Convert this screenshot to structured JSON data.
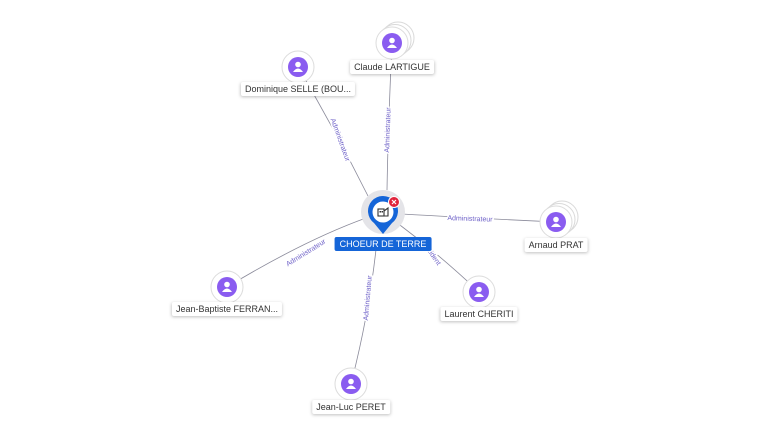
{
  "colors": {
    "edge": "#8a8a9a",
    "edge_label": "#6c5fc7",
    "person_circle": "#8a5cf0",
    "center_pin": "#1565d8",
    "close_badge": "#e0243c"
  },
  "center": {
    "label": "CHOEUR DE TERRE",
    "icon": "company-icon",
    "badge_icon": "close-icon"
  },
  "people": [
    {
      "id": "claude",
      "label": "Claude LARTIGUE",
      "edge_label": "Administrateur",
      "stacked": true
    },
    {
      "id": "dominique",
      "label": "Dominique SELLE (BOU...",
      "edge_label": "Administrateur",
      "stacked": false
    },
    {
      "id": "arnaud",
      "label": "Arnaud PRAT",
      "edge_label": "Administrateur",
      "stacked": true
    },
    {
      "id": "jbf",
      "label": "Jean-Baptiste FERRAN...",
      "edge_label": "Administrateur",
      "stacked": false
    },
    {
      "id": "laurent",
      "label": "Laurent CHERITI",
      "edge_label": "...ident",
      "stacked": false
    },
    {
      "id": "jlp",
      "label": "Jean-Luc PERET",
      "edge_label": "Administrateur",
      "stacked": false
    }
  ]
}
